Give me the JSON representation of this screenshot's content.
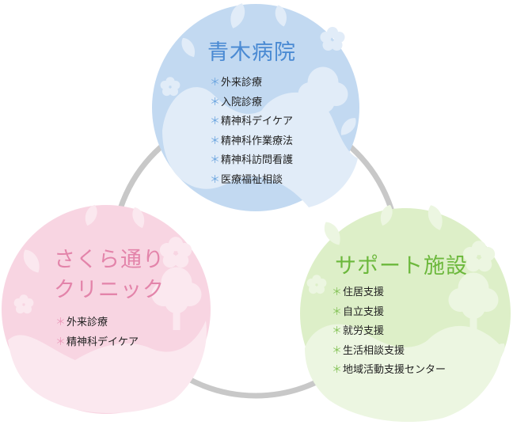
{
  "colors": {
    "connector": "#c8c8c8",
    "aoki_circle": "#c2d9f1",
    "aoki_deco": "#e1ecf8",
    "aoki_title": "#4a8ad3",
    "aoki_bullet": "#6da6e0",
    "sakura_circle": "#f8d5e2",
    "sakura_deco": "#fbe8ef",
    "sakura_title": "#e384aa",
    "sakura_bullet": "#eb9bbb",
    "support_circle": "#ddefc8",
    "support_deco": "#ecf6e1",
    "support_title": "#6cb83c",
    "support_bullet": "#86c45a",
    "text": "#222222"
  },
  "aoki": {
    "title": "青木病院",
    "items": [
      "外来診療",
      "入院診療",
      "精神科デイケア",
      "精神科作業療法",
      "精神科訪問看護",
      "医療福祉相談"
    ]
  },
  "sakura": {
    "title_line1": "さくら通り",
    "title_line2": "クリニック",
    "items": [
      "外来診療",
      "精神科デイケア"
    ]
  },
  "support": {
    "title": "サポート施設",
    "items": [
      "住居支援",
      "自立支援",
      "就労支援",
      "生活相談支援",
      "地域活動支援センター"
    ]
  },
  "bullet_char": "＊"
}
